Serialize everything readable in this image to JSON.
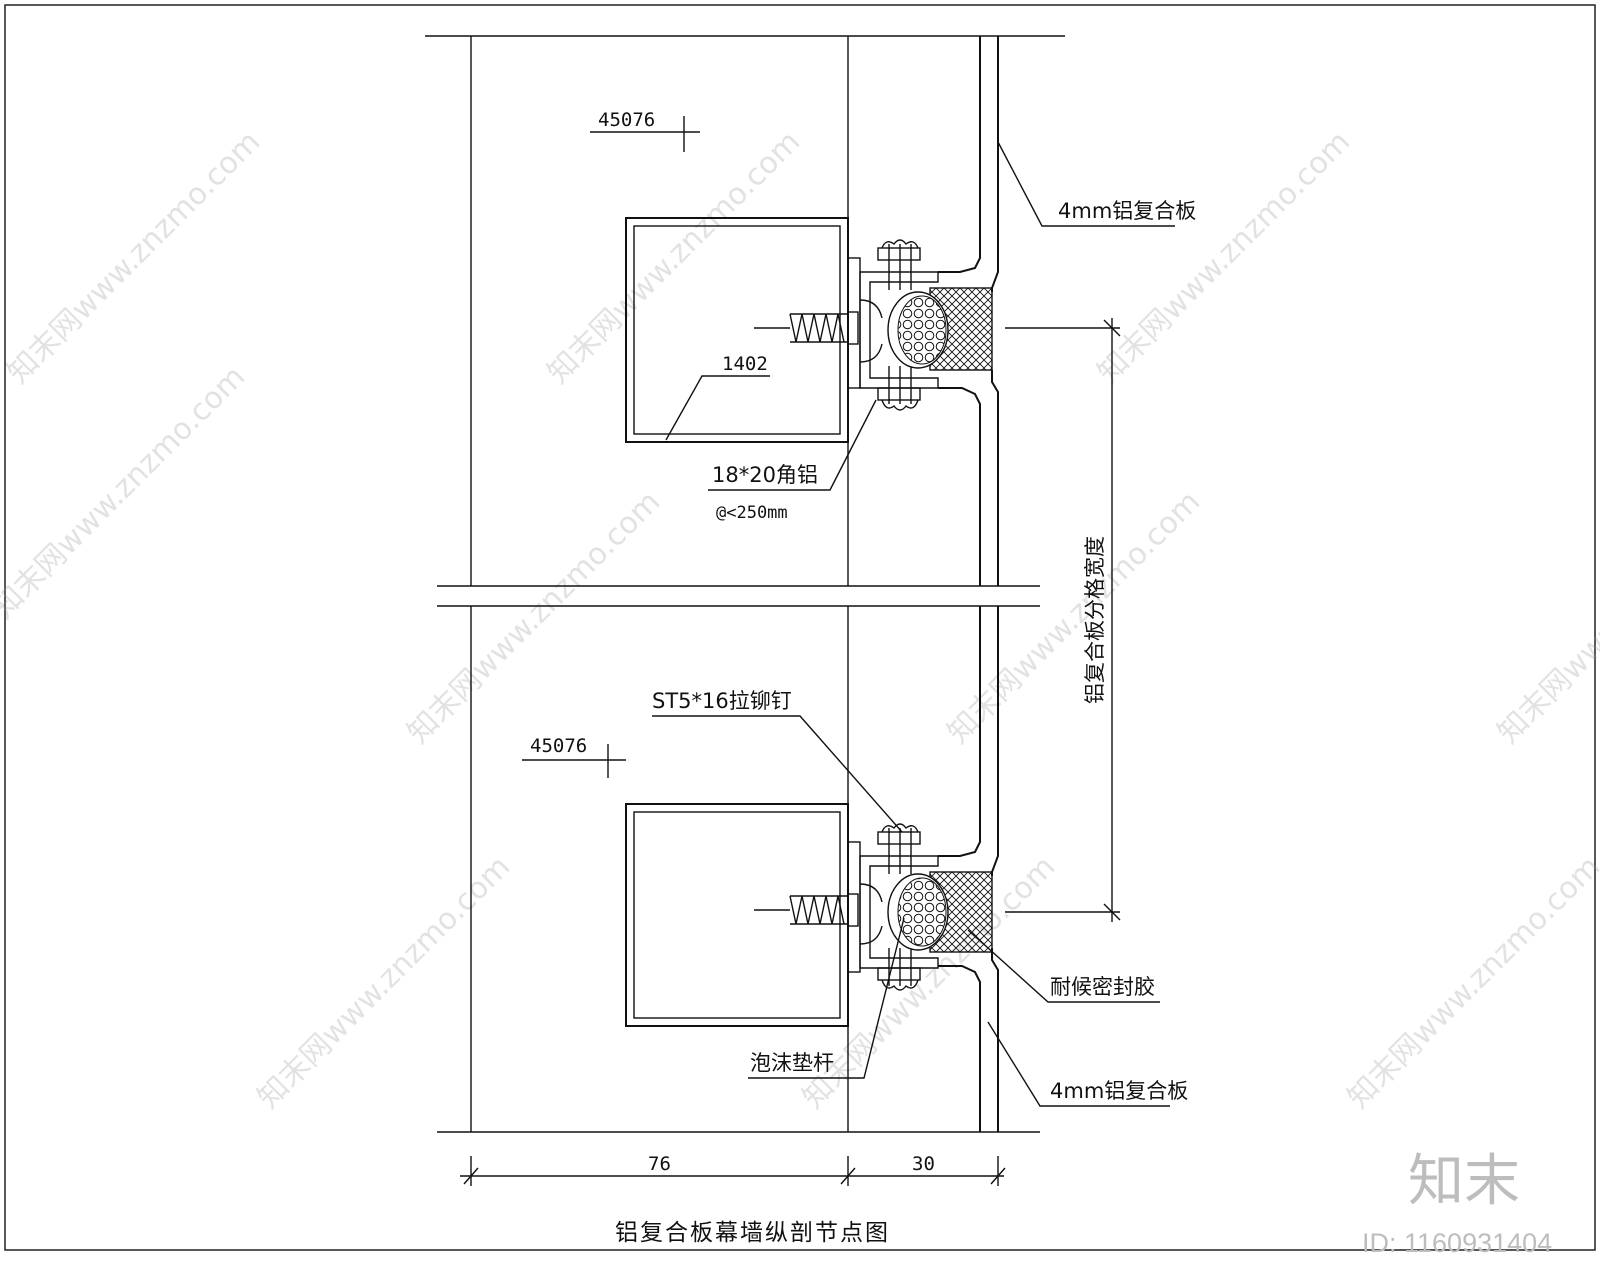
{
  "title": "铝复合板幕墙纵剖节点图",
  "labels": {
    "panel_top": "4mm铝复合板",
    "panel_bottom": "4mm铝复合板",
    "angle_aluminum_line1": "18*20角铝",
    "angle_aluminum_line2": "@<250mm",
    "rivet": "ST5*16拉铆钉",
    "sealant": "耐候密封胶",
    "foam_rod": "泡沫垫杆",
    "profile_1402": "1402",
    "profile_45076_top": "45076",
    "profile_45076_bottom": "45076",
    "grid_width": "铝复合板分格宽度"
  },
  "dimensions": {
    "left": "76",
    "right": "30"
  },
  "watermark": {
    "text": "知末网www.znzmo.com",
    "logo": "知末",
    "id": "ID: 1160931404"
  }
}
